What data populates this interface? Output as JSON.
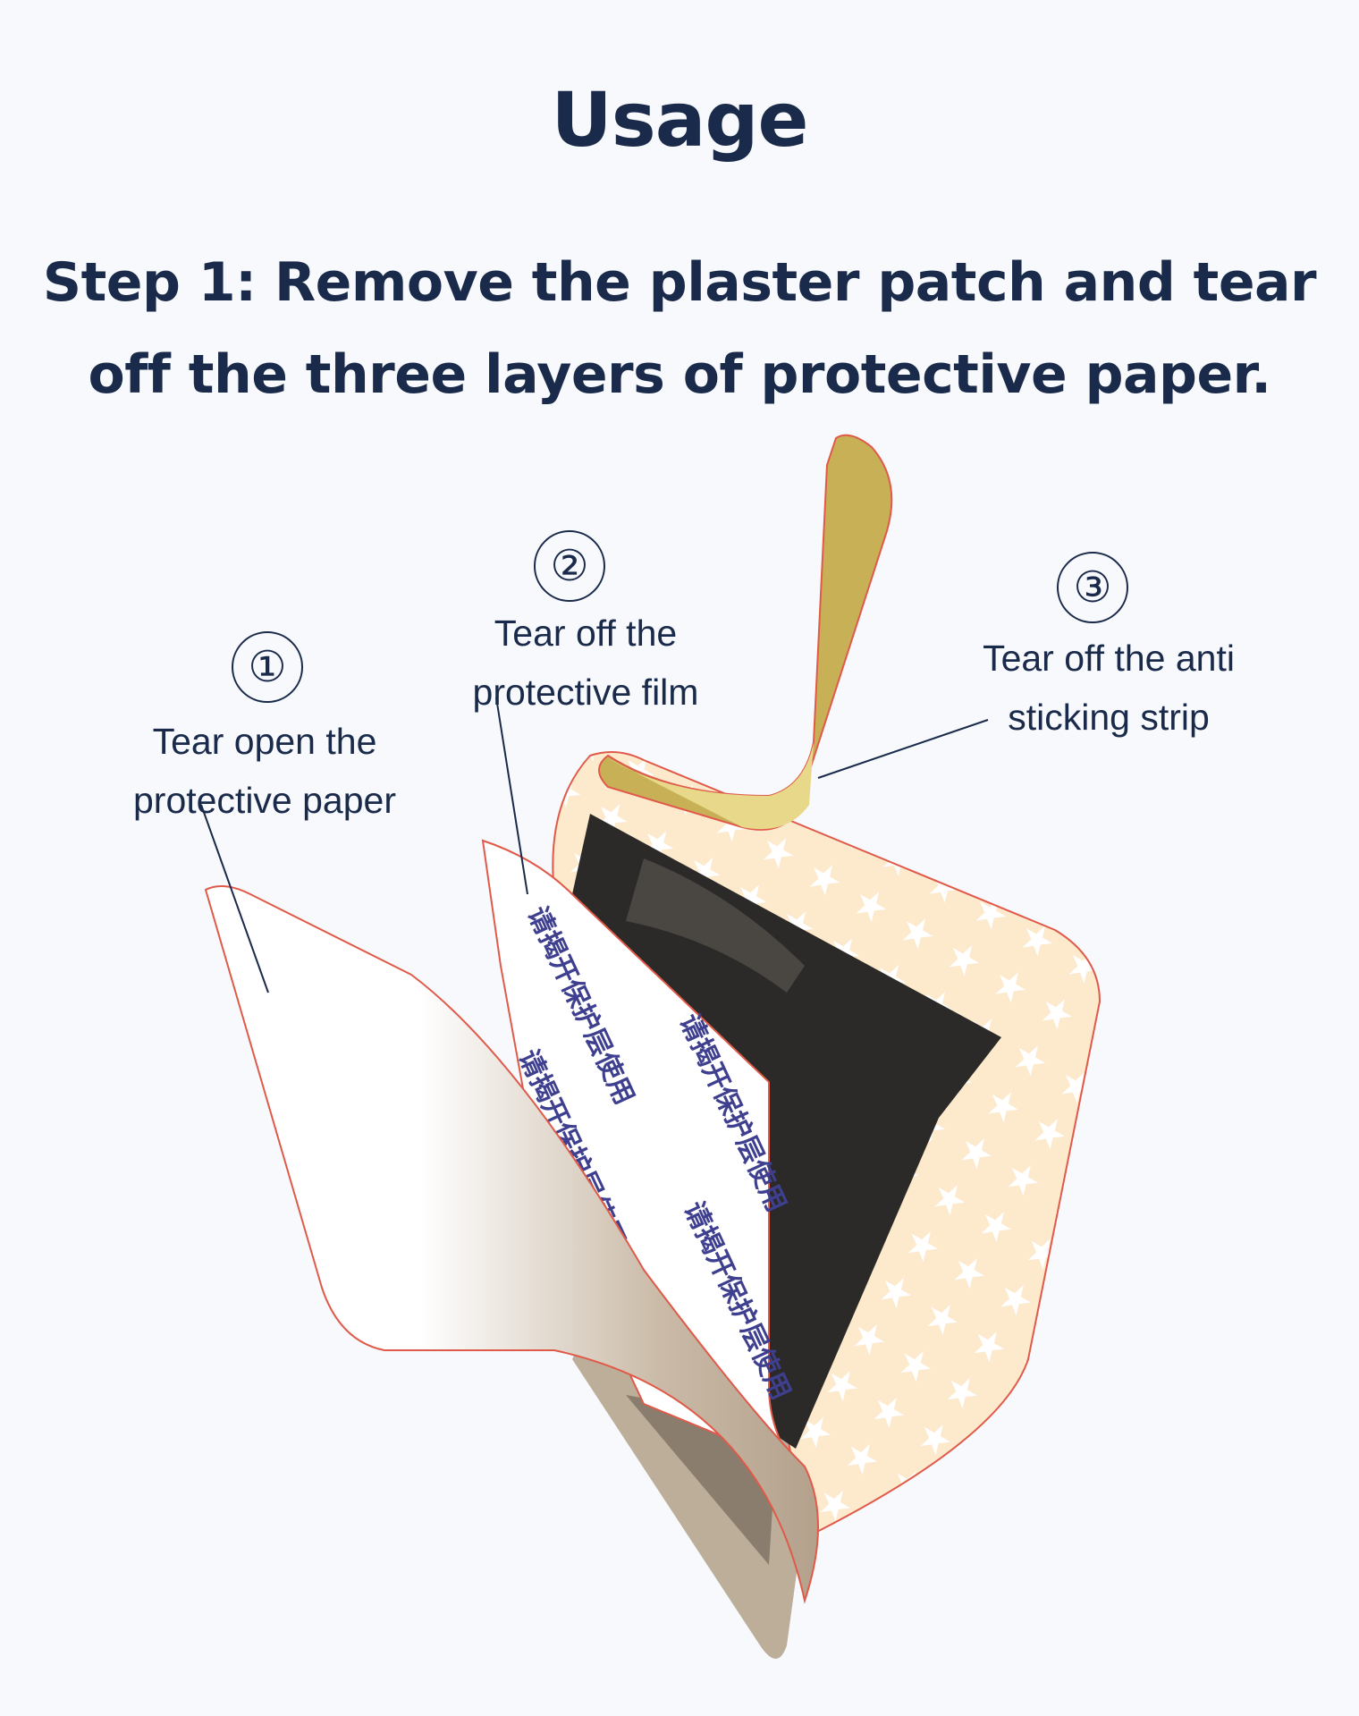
{
  "title": "Usage",
  "step_heading": "Step 1: Remove the plaster patch and tear off the three layers of protective paper.",
  "callouts": [
    {
      "number": "①",
      "text_line1": "Tear open the",
      "text_line2": "protective paper"
    },
    {
      "number": "②",
      "text_line1": "Tear off the",
      "text_line2": "protective film"
    },
    {
      "number": "③",
      "text_line1": "Tear off the anti",
      "text_line2": "sticking strip"
    }
  ],
  "film_print_text": "请揭开保护层使用",
  "colors": {
    "heading": "#1a2a4a",
    "patch_border": "#fde9cc",
    "patch_center": "#2a2a2a",
    "strip": "#c8b057",
    "backing": "#bdae9a",
    "film_text": "#3e3f8f",
    "outline": "#e05a4a"
  }
}
